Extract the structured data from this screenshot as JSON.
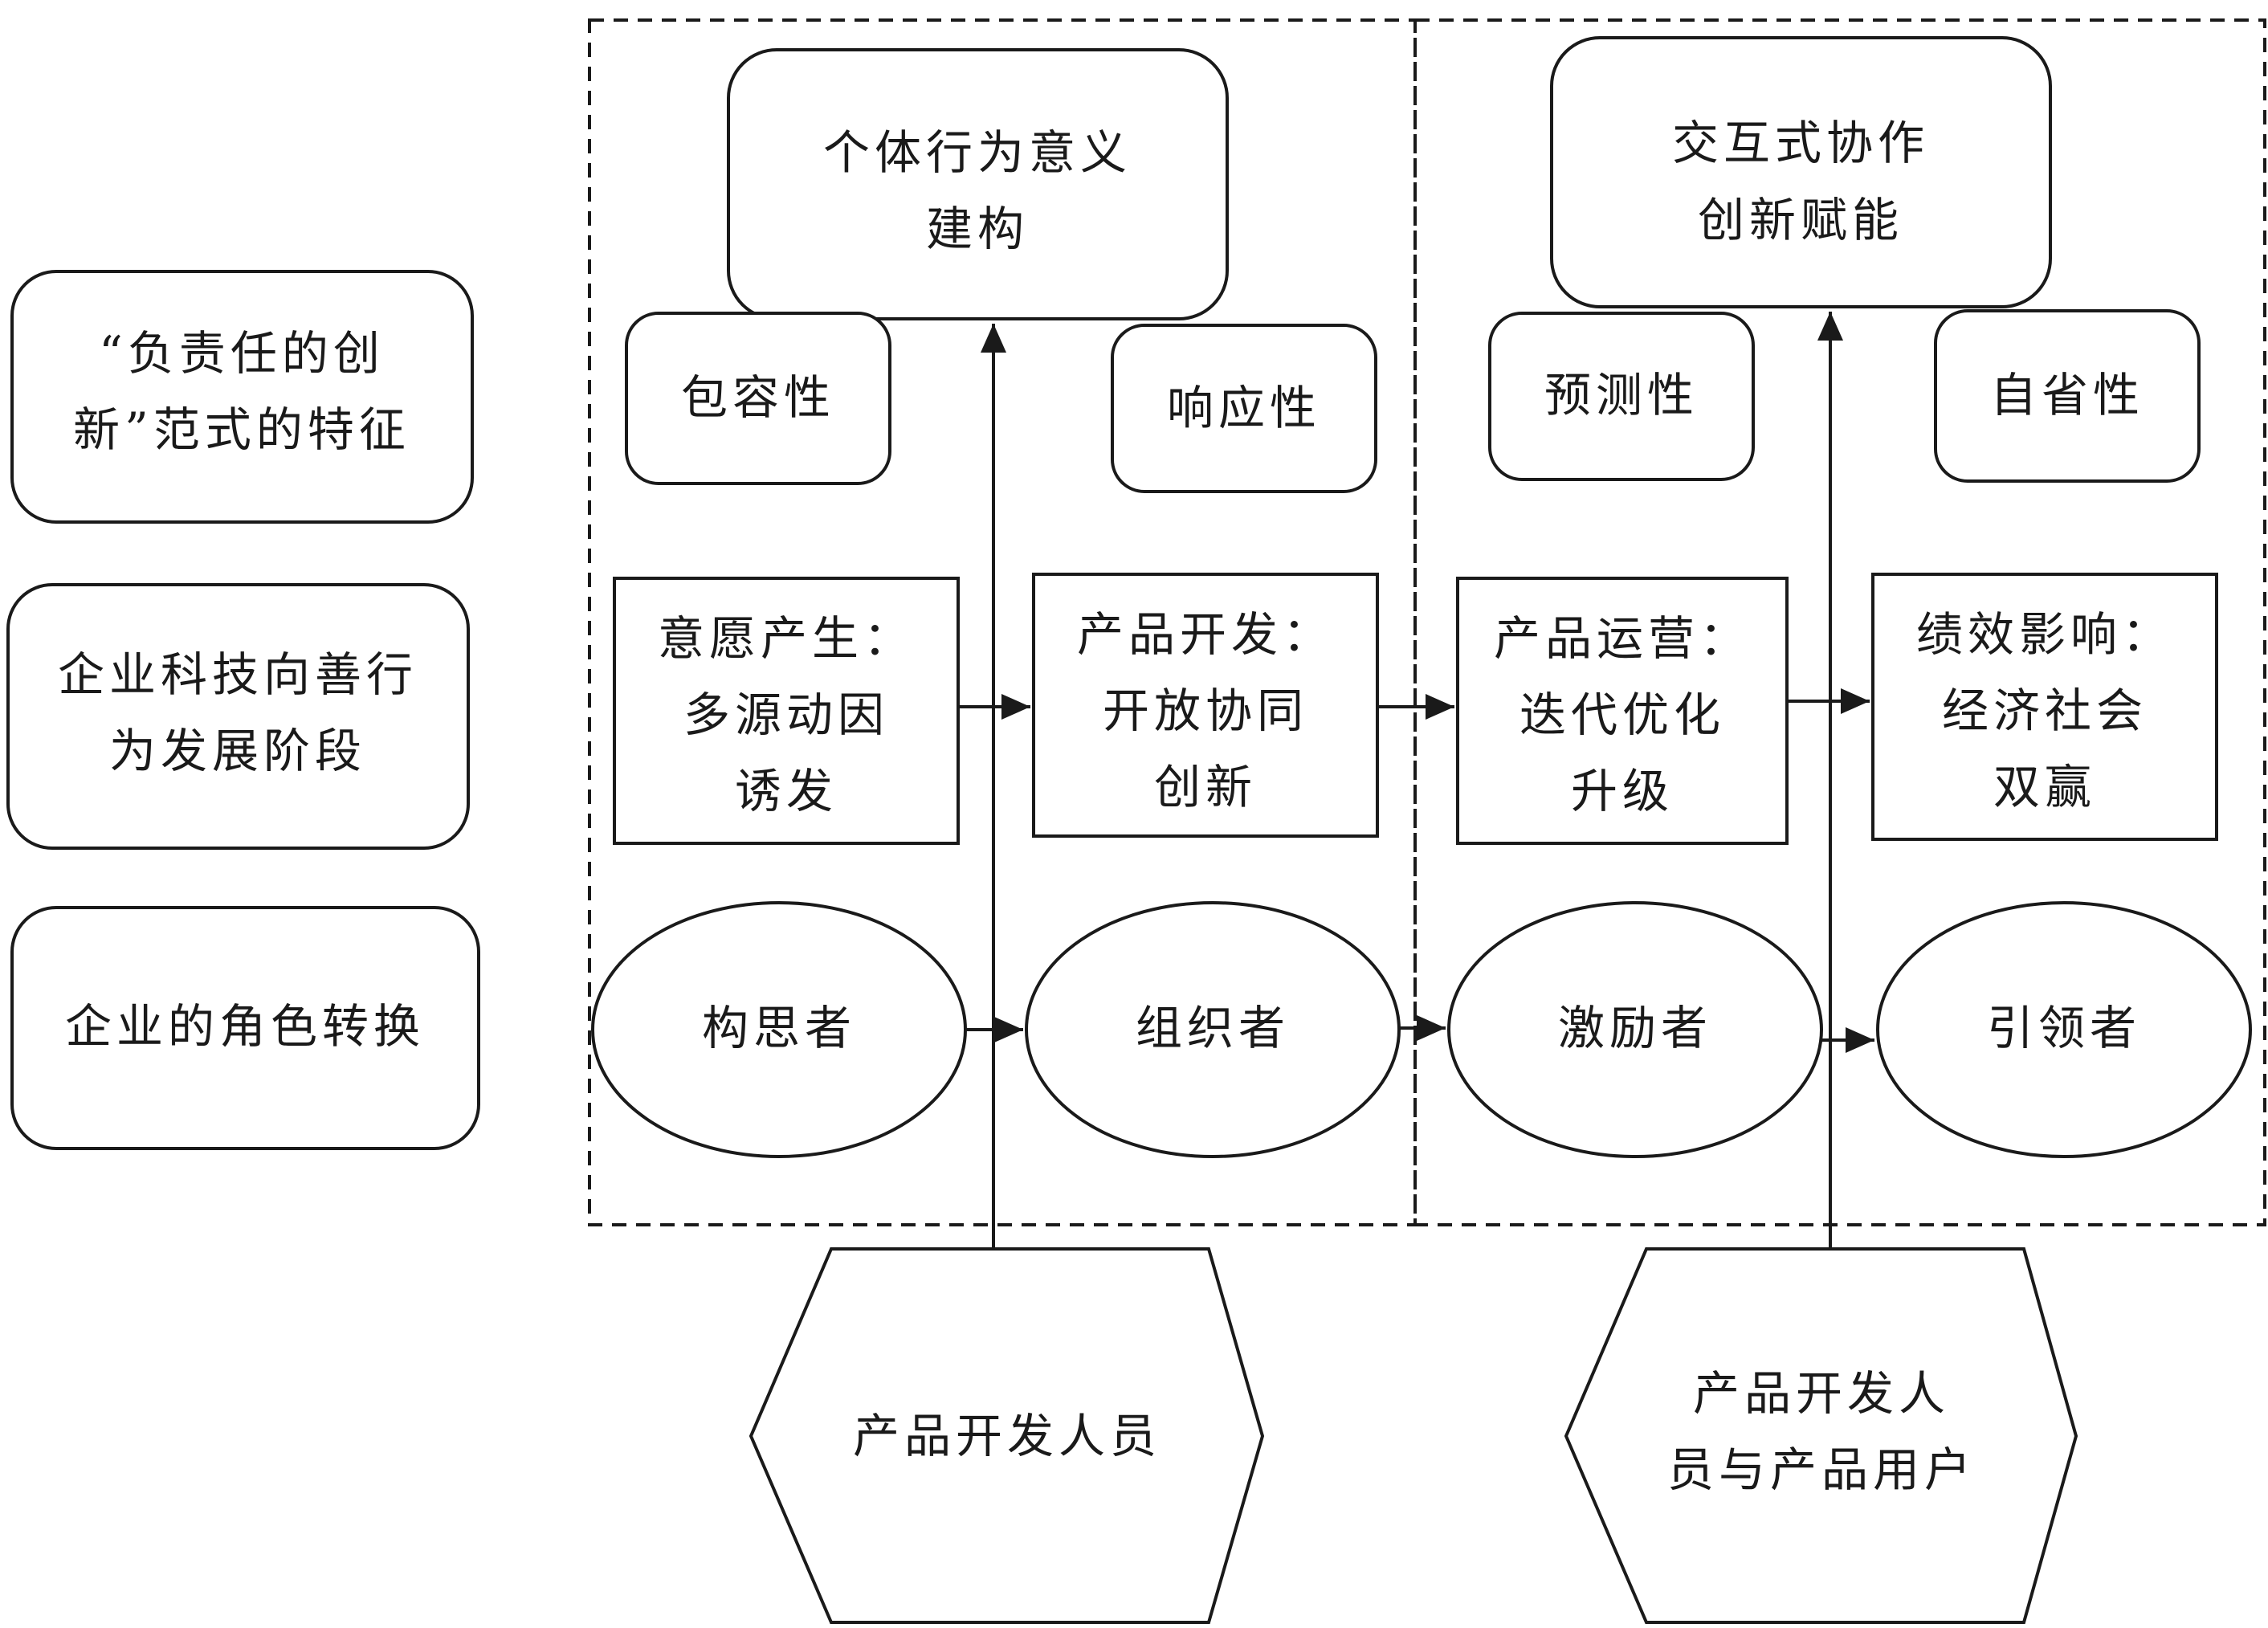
{
  "row_labels": {
    "features": [
      "“负责任的创",
      "新”范式的特征"
    ],
    "stages": [
      "企业科技向善行",
      "为发展阶段"
    ],
    "roles": [
      "企业的角色转换"
    ]
  },
  "top_boxes": {
    "left": [
      "个体行为意义",
      "建构"
    ],
    "right": [
      "交互式协作",
      "创新赋能"
    ]
  },
  "features": {
    "inclusiveness": "包容性",
    "responsiveness": "响应性",
    "anticipation": "预测性",
    "reflexivity": "自省性"
  },
  "stages": [
    [
      "意愿产生：",
      "多源动因",
      "诱发"
    ],
    [
      "产品开发：",
      "开放协同",
      "创新"
    ],
    [
      "产品运营：",
      "迭代优化",
      "升级"
    ],
    [
      "绩效影响：",
      "经济社会",
      "双赢"
    ]
  ],
  "roles": [
    "构思者",
    "组织者",
    "激励者",
    "引领者"
  ],
  "actors": {
    "left": [
      "产品开发人员"
    ],
    "right": [
      "产品开发人",
      "员与产品用户"
    ]
  }
}
